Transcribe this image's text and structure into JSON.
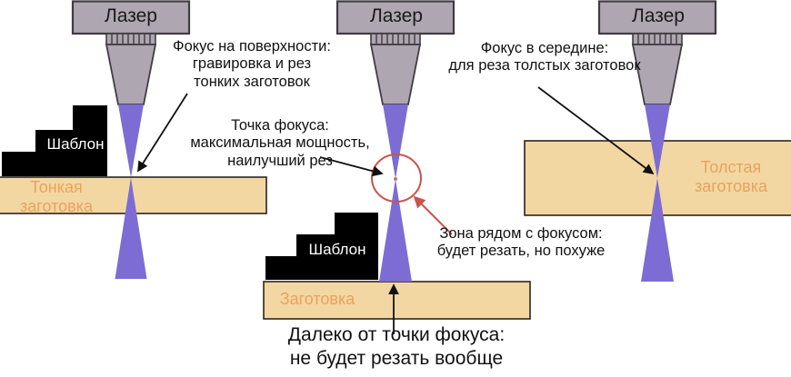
{
  "palette": {
    "laser_body": "#aea6b0",
    "laser_outline": "#413b42",
    "beam": "#7c6cd4",
    "workpiece_fill": "#f3d7a2",
    "workpiece_outline": "#2b251d",
    "workpiece_label_color": "#e9a25c",
    "template_fill": "#000000",
    "accent_red": "#c9544b",
    "text_color": "#111111"
  },
  "panels": {
    "left": {
      "laser_label": "Лазер",
      "template_label": "Шаблон",
      "workpiece_label": "Тонкая\nзаготовка"
    },
    "middle": {
      "laser_label": "Лазер",
      "template_label": "Шаблон",
      "workpiece_label": "Заготовка"
    },
    "right": {
      "laser_label": "Лазер",
      "workpiece_label": "Толстая\nзаготовка"
    }
  },
  "annotations": {
    "surface_focus": "Фокус на поверхности:\nгравировка и рез\nтонких заготовок",
    "focus_point": "Точка фокуса:\nмаксимальная мощность,\nнаилучший рез",
    "middle_focus": "Фокус в середине:\nдля реза толстых заготовок",
    "near_focus_zone": "Зона рядом с фокусом:\nбудет резать, но похуже",
    "far_from_focus": "Далеко от точки фокуса:\nне будет резать вообще"
  }
}
